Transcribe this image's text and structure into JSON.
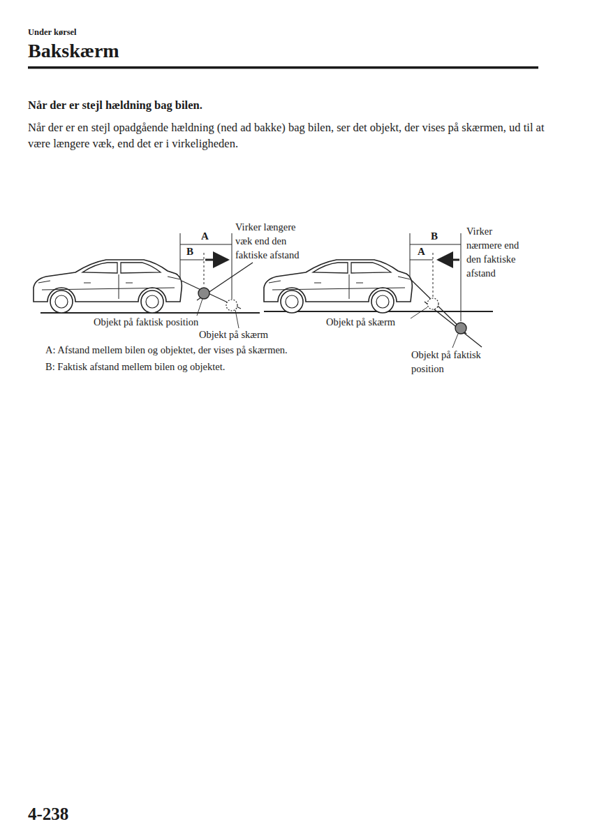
{
  "diagram": {
    "title": "Bakskærm",
    "labels": [
      "Under kørsel",
      "Når der er stejl hældning bag bilen.",
      "Når der er en stejl opadgående hældning (ned ad bakke) bag bilen, ser det objekt, der vises på skærmen, ud til at være længere væk, end det er i virkeligheden.",
      "A",
      "B",
      "Virker længere væk end den faktiske afstand",
      "Objekt på faktisk position",
      "Objekt på skærm",
      "A: Afstand mellem bilen og objektet, der vises på skærmen.",
      "B: Faktisk afstand mellem bilen og objektet.",
      "B",
      "A",
      "Virker nærmere end den faktiske afstand",
      "Objekt på skærm",
      "Objekt på faktisk position",
      "4-238"
    ]
  }
}
